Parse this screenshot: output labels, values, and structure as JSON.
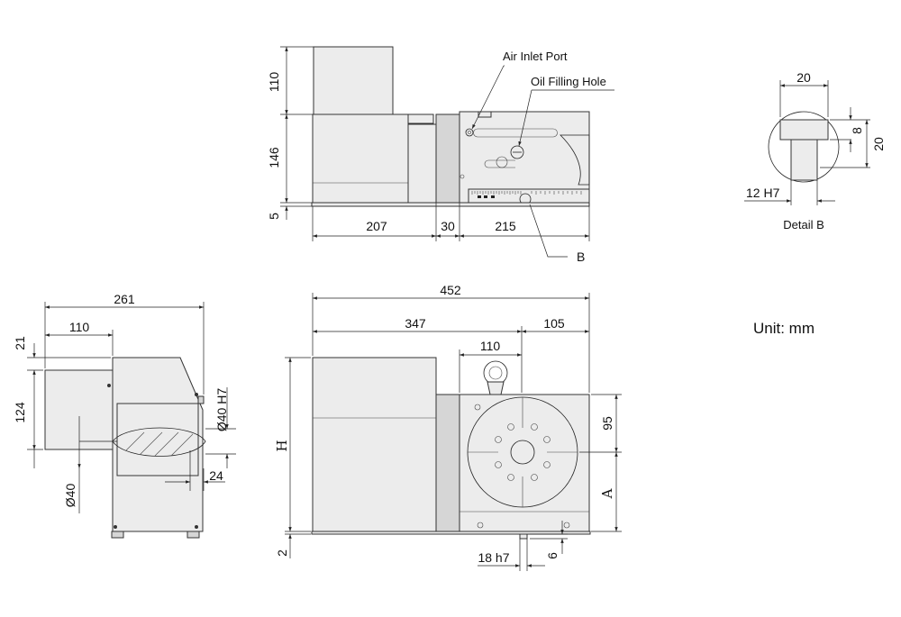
{
  "views": {
    "top": {
      "dims": {
        "h_upper": "110",
        "h_mid": "146",
        "h_base": "5",
        "w_motor": "207",
        "w_gap": "30",
        "w_table": "215"
      },
      "callouts": {
        "air_inlet": "Air Inlet Port",
        "oil_filling": "Oil Filling Hole",
        "detail_ref": "B"
      }
    },
    "detail": {
      "dims": {
        "slot_width": "20",
        "slot_depth": "8",
        "slot_height": "20",
        "key_fit": "12 H7"
      },
      "title": "Detail B"
    },
    "side": {
      "dims": {
        "overall_width": "261",
        "motor_width": "110",
        "top_offset": "21",
        "center_height": "124",
        "bore_fit": "Ø40 H7",
        "bore_dia": "Ø40",
        "key_depth": "24"
      }
    },
    "front": {
      "dims": {
        "overall": "452",
        "body": "347",
        "offset": "105",
        "eye_pos": "110",
        "half_height": "95",
        "base": "2",
        "key_width": "18 h7",
        "key_offset": "6",
        "height_label": "H",
        "center_label": "A"
      }
    }
  },
  "unit_label": "Unit: mm"
}
